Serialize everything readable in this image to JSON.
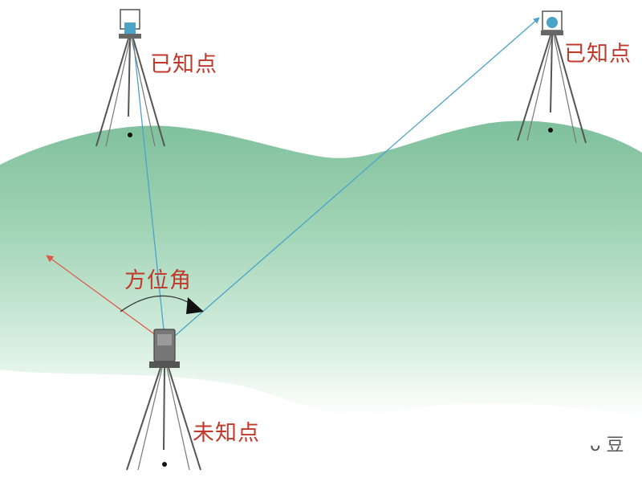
{
  "labels": {
    "known_point_left": "已知点",
    "known_point_right": "已知点",
    "azimuth": "方位角",
    "unknown_point": "未知点"
  },
  "watermark": {
    "text": "ᴗ 豆",
    "icon": "wechat-logo-icon"
  },
  "colors": {
    "label_red": "#c0392b",
    "sight_line_blue": "#4aa3c9",
    "north_line_red": "#e05a4a",
    "hill_green": "#8cc9a7",
    "tripod_grey": "#555555"
  }
}
